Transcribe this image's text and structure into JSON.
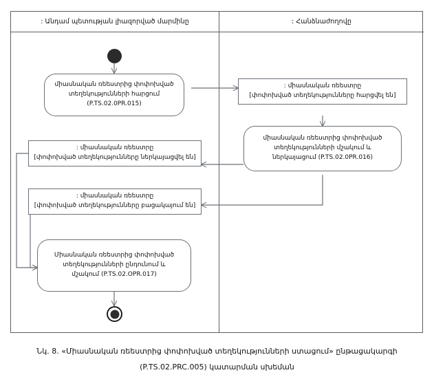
{
  "diagram": {
    "lanes": [
      {
        "id": "applicant",
        "title": ": Անդամ պետության լիազորված մարմինը"
      },
      {
        "id": "commission",
        "title": ": Հանձնաժողովը"
      }
    ],
    "nodes": {
      "start": {
        "name": "start-node",
        "type": "initial"
      },
      "request_activity": {
        "type": "activity",
        "lines": [
          "միասնական ռեեստրից փոփոխված",
          "տեղեկությունների հարցում",
          "(P.TS.02.0PR.015)"
        ]
      },
      "registry_requested_state": {
        "type": "object-state",
        "lines": [
          ": միասնական ռեեստրը",
          "[փոփոխված տեղեկությունները հարցվել են]"
        ]
      },
      "process_activity": {
        "type": "activity",
        "lines": [
          "միասնական ռեեստրից փոփոխված",
          "տեղեկությունների մշակում և",
          "ներկայացում (P.TS.02.0PR.016)"
        ]
      },
      "registry_presented_state": {
        "type": "object-state",
        "lines": [
          ": միասնական ռեեստրը",
          "[փոփոխված տեղեկությունները ներկայացվել են]"
        ]
      },
      "registry_absent_state": {
        "type": "object-state",
        "lines": [
          ": միասնական ռեեստրը",
          "[փոփոխված տեղեկությունները բացակայում են]"
        ]
      },
      "receive_activity": {
        "type": "activity",
        "lines": [
          "Միասնական ռեեստրից փոփոխված",
          "տեղեկությունների ընդունում և",
          "մշակում (P.TS.02.OPR.017)"
        ]
      },
      "end": {
        "name": "end-node",
        "type": "final"
      }
    }
  },
  "caption": {
    "line1": "Նկ. 8. «Միասնական ռեեստրից փոփոխված տեղեկությունների ստացում» ընթացակարգի",
    "line2": "(P.TS.02.PRC.005) կատարման սխեման"
  },
  "colors": {
    "border": "#5a5f66",
    "node_border": "#6a6f76",
    "connector": "#6a6f76",
    "marker_fill": "#2b2b2b",
    "background": "#ffffff",
    "text": "#111111"
  }
}
